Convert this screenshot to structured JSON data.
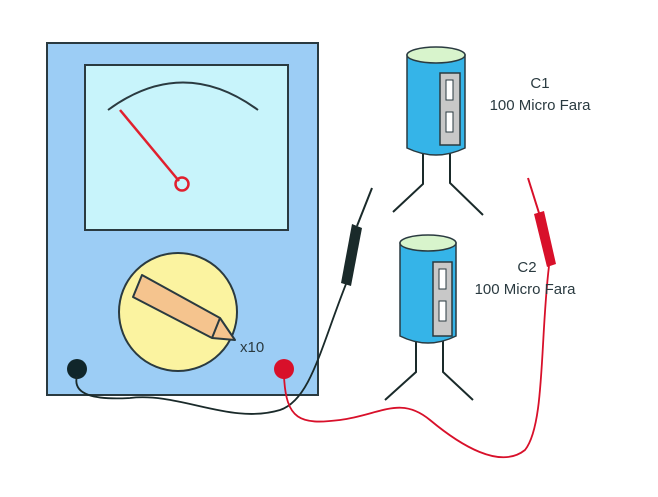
{
  "meter": {
    "range_label": "x10",
    "colors": {
      "body": "#9ccdf5",
      "display": "#c8f4fb",
      "dial": "#fbf3a0",
      "pointer": "#f5c48e",
      "needle": "#e0202e"
    }
  },
  "capacitors": [
    {
      "name": "C1",
      "value": "100 Micro Fara"
    },
    {
      "name": "C2",
      "value": "100 Micro Fara"
    }
  ],
  "colors": {
    "capacitor": "#35b4e8",
    "capacitor_top": "#d8f4cc",
    "red_lead": "#d8102a",
    "black_lead": "#1a2a2a"
  }
}
